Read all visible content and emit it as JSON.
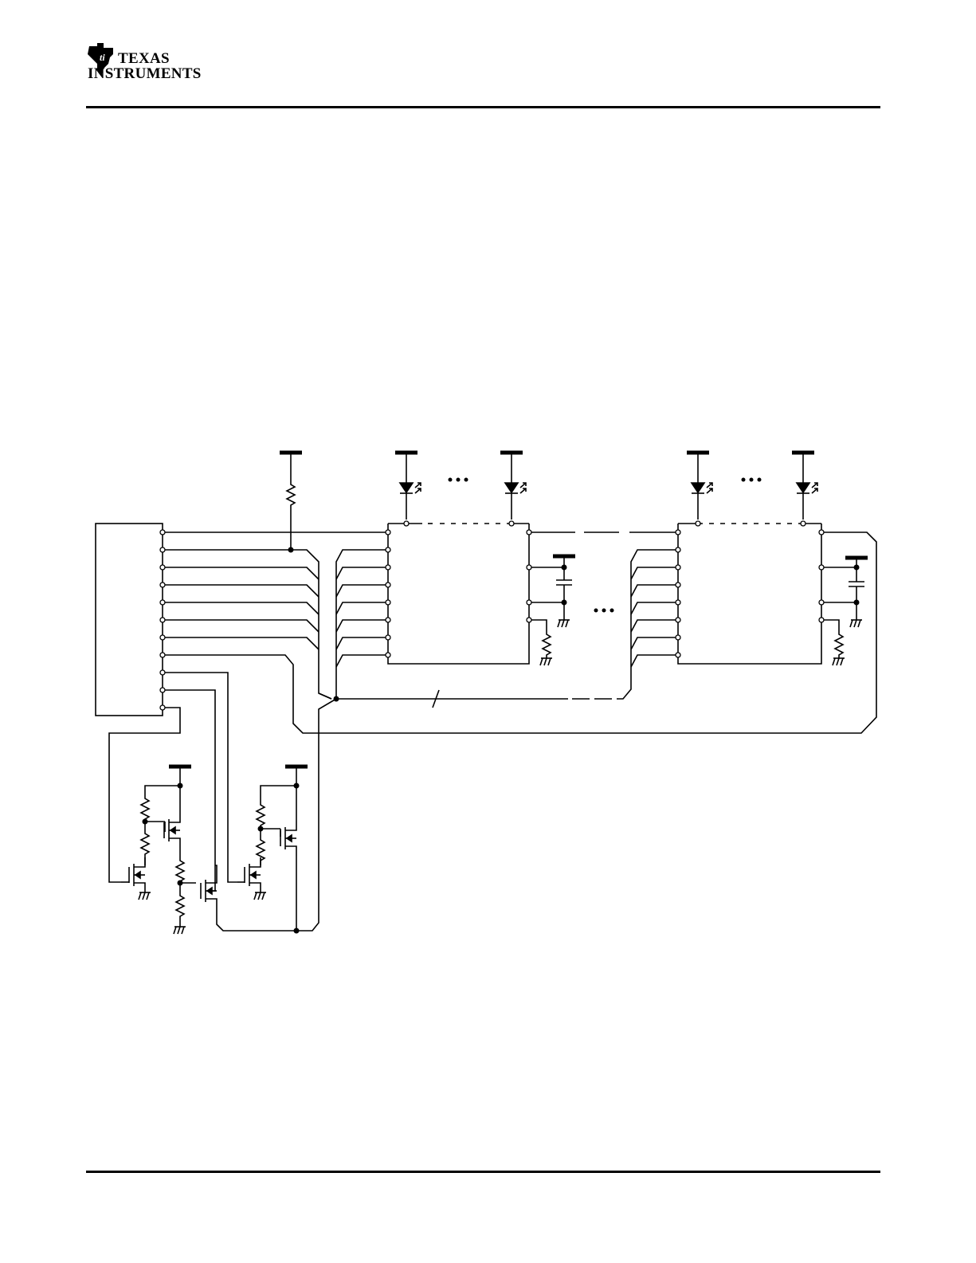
{
  "header": {
    "logo_line1": "TEXAS",
    "logo_line2": "INSTRUMENTS"
  },
  "diagram": {
    "type": "circuit schematic",
    "ellipsis": "• • •",
    "colors": {
      "line": "#000000",
      "background": "#ffffff"
    }
  }
}
